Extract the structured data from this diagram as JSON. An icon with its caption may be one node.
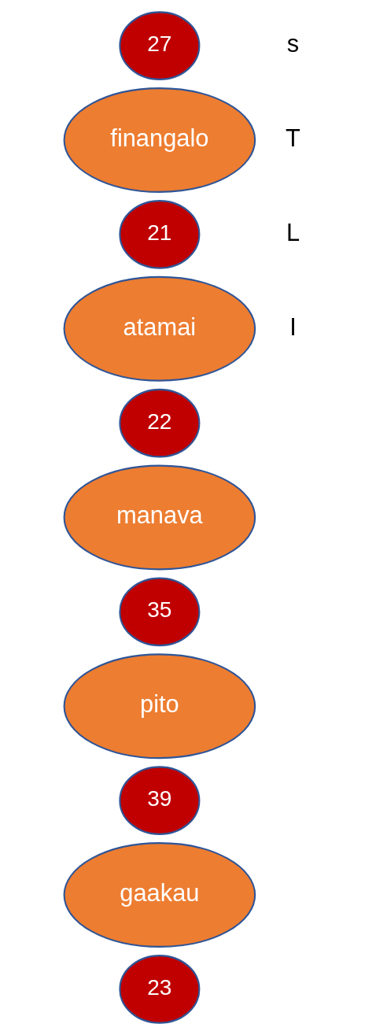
{
  "diagram": {
    "nodes": [
      {
        "text": [
          "27"
        ]
      },
      {
        "text": [
          "finangalo"
        ]
      },
      {
        "text": [
          "21"
        ]
      },
      {
        "text": [
          "atamai"
        ]
      },
      {
        "text": [
          "22"
        ]
      },
      {
        "text": [
          "manava"
        ]
      },
      {
        "text": [
          "35"
        ]
      },
      {
        "text": [
          "pito"
        ]
      },
      {
        "text": [
          "39"
        ]
      },
      {
        "text": [
          "gaakau"
        ]
      },
      {
        "text": [
          "23"
        ]
      }
    ],
    "edges": [],
    "labels": [
      "s",
      "T",
      "L",
      "I"
    ]
  }
}
